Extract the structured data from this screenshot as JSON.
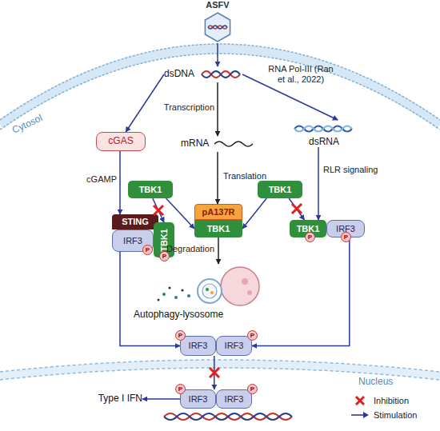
{
  "diagram": {
    "nodes": [
      {
        "text": [
          "ASFV"
        ]
      },
      {
        "text": [
          "dsDNA"
        ]
      },
      {
        "text": [
          "cGAS"
        ]
      },
      {
        "text": [
          "mRNA"
        ]
      },
      {
        "text": [
          "dsRNA"
        ]
      },
      {
        "text": [
          "STING"
        ]
      },
      {
        "text": [
          "IRF3"
        ]
      },
      {
        "text": [
          "TBK1"
        ]
      },
      {
        "text": [
          "TBK1"
        ]
      },
      {
        "text": [
          "pA137R"
        ]
      },
      {
        "text": [
          "TBK1"
        ]
      },
      {
        "text": [
          "TBK1"
        ]
      },
      {
        "text": [
          "TBK1"
        ]
      },
      {
        "text": [
          "IRF3"
        ]
      },
      {
        "text": [
          "IRF3"
        ]
      },
      {
        "text": [
          "IRF3"
        ]
      },
      {
        "text": [
          "IRF3"
        ]
      },
      {
        "text": [
          "IRF3"
        ]
      },
      {
        "text": [
          "Autophagy-lysosome"
        ]
      },
      {
        "text": [
          "Type I IFN"
        ]
      }
    ],
    "edges": [
      {
        "from": 0,
        "to": 1,
        "arrow": "to"
      },
      {
        "from": 1,
        "to": 2,
        "arrow": "to"
      },
      {
        "from": 1,
        "to": 3,
        "label": "Transcription",
        "arrow": "to"
      },
      {
        "from": 1,
        "to": 4,
        "label": "RNA Pol-III (Ran et al., 2022)",
        "arrow": "to"
      },
      {
        "from": 2,
        "to": 5,
        "label": "cGAMP",
        "arrow": "to"
      },
      {
        "from": 3,
        "to": 9,
        "label": "Translation",
        "arrow": "to"
      },
      {
        "from": 8,
        "to": 10,
        "arrow": "to"
      },
      {
        "from": 8,
        "to": 7,
        "arrow": "to"
      },
      {
        "from": 11,
        "to": 10,
        "arrow": "to"
      },
      {
        "from": 11,
        "to": 12,
        "arrow": "to"
      },
      {
        "from": 4,
        "to": 12,
        "label": "RLR signaling",
        "arrow": "to"
      },
      {
        "from": 10,
        "to": 18,
        "label": "Degradation",
        "arrow": "to"
      },
      {
        "from": 6,
        "to": 14,
        "arrow": "to"
      },
      {
        "from": 13,
        "to": 15,
        "arrow": "to"
      },
      {
        "from": 14,
        "to": 16,
        "arrow": "to"
      },
      {
        "from": 16,
        "to": 19,
        "arrow": "to"
      }
    ],
    "labels": [
      "Cytosol",
      "Nucleus",
      "P",
      "P",
      "P",
      "P",
      "P",
      "P",
      "P",
      "P"
    ],
    "legend": [
      {
        "text": "Inhibition"
      },
      {
        "text": "Stimulation"
      }
    ]
  }
}
